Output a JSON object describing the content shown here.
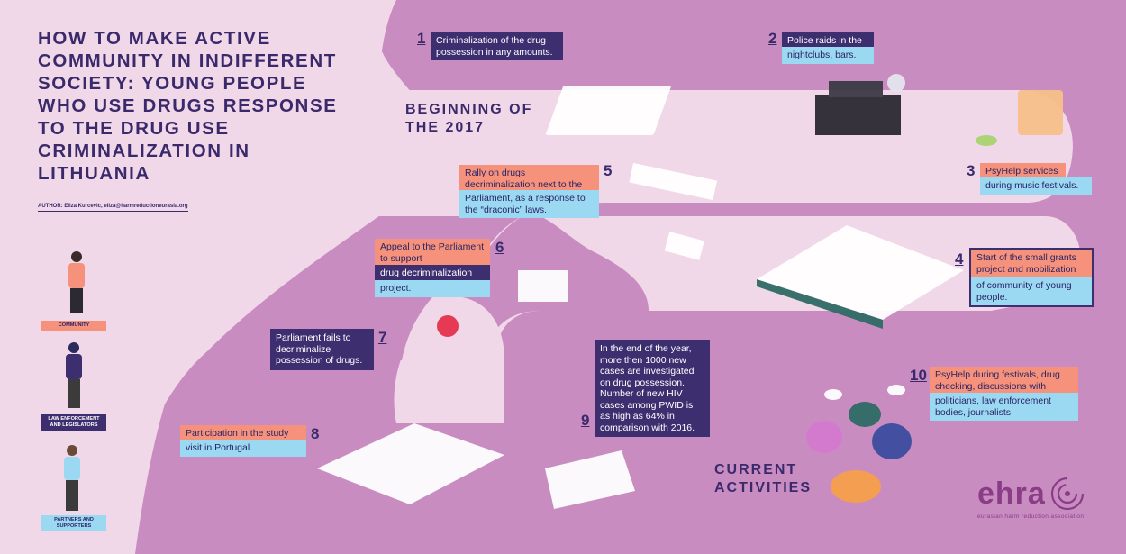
{
  "title": "HOW TO MAKE ACTIVE COMMUNITY IN INDIFFERENT SOCIETY: YOUNG PEOPLE WHO USE DRUGS RESPONSE TO THE DRUG USE CRIMINALIZATION IN LITHUANIA",
  "author": "AUTHOR: Eliza Kurcevic, eliza@harmreductioneurasia.org",
  "sections": {
    "beginning": "BEGINNING OF THE 2017",
    "current": "CURRENT ACTIVITIES"
  },
  "legend": [
    {
      "label": "COMMUNITY"
    },
    {
      "label": "LAW ENFORCEMENT AND LEGISLATORS"
    },
    {
      "label": "PARTNERS AND SUPPORTERS"
    }
  ],
  "steps": [
    {
      "num": "1",
      "lines": [
        "Criminalization of the drug possession in any amounts."
      ]
    },
    {
      "num": "2",
      "lines": [
        "Police raids in the",
        "nightclubs, bars."
      ]
    },
    {
      "num": "3",
      "lines": [
        "PsyHelp services",
        "during music festivals."
      ]
    },
    {
      "num": "4",
      "lines": [
        "Start of the small grants project and mobilization",
        "of community of young people."
      ]
    },
    {
      "num": "5",
      "lines": [
        "Rally on drugs decriminalization next to the",
        "Parliament, as a response to the “draconic” laws."
      ]
    },
    {
      "num": "6",
      "lines": [
        "Appeal to the Parliament to support",
        "drug decriminalization",
        "project."
      ]
    },
    {
      "num": "7",
      "lines": [
        "Parliament fails to decriminalize possession of drugs."
      ]
    },
    {
      "num": "8",
      "lines": [
        "Participation in the study",
        "visit in Portugal."
      ]
    },
    {
      "num": "9",
      "lines": [
        "In the end of the year, more then 1000 new cases are investigated on drug possession. Number of new HIV cases among PWID is as high as 64% in comparison with 2016."
      ]
    },
    {
      "num": "10",
      "lines": [
        "PsyHelp during festivals, drug checking, discussions with",
        "politicians, law enforcement bodies, journalists."
      ]
    }
  ],
  "logo": {
    "name": "ehra",
    "sub": "eurasian harm reduction association"
  },
  "colors": {
    "road": "#c98cc1",
    "background": "#f1d8e9",
    "navy": "#3d2e70",
    "cyan": "#9bd8f2",
    "salmon": "#f6927b",
    "accent": "#8a3d86"
  }
}
